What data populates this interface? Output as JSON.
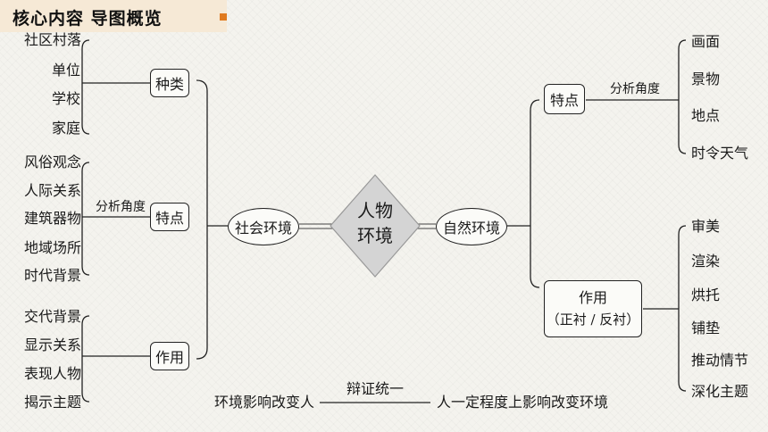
{
  "header": {
    "title": "核心内容  导图概览"
  },
  "center": {
    "line1": "人物",
    "line2": "环境"
  },
  "social": {
    "label": "社会环境",
    "types": {
      "label": "种类",
      "items": [
        "社区村落",
        "单位",
        "学校",
        "家庭"
      ]
    },
    "features": {
      "label": "特点",
      "angle": "分析角度",
      "items": [
        "风俗观念",
        "人际关系",
        "建筑器物",
        "地域场所",
        "时代背景"
      ]
    },
    "functions": {
      "label": "作用",
      "items": [
        "交代背景",
        "显示关系",
        "表现人物",
        "揭示主题"
      ]
    }
  },
  "natural": {
    "label": "自然环境",
    "features": {
      "label": "特点",
      "angle": "分析角度",
      "items": [
        "画面",
        "景物",
        "地点",
        "时令天气"
      ]
    },
    "functions": {
      "label_line1": "作用",
      "label_line2": "（正衬 / 反衬）",
      "items": [
        "审美",
        "渲染",
        "烘托",
        "铺垫",
        "推动情节",
        "深化主题"
      ]
    }
  },
  "bottom": {
    "left": "环境影响改变人",
    "middle": "辩证统一",
    "right": "人一定程度上影响改变环境"
  }
}
